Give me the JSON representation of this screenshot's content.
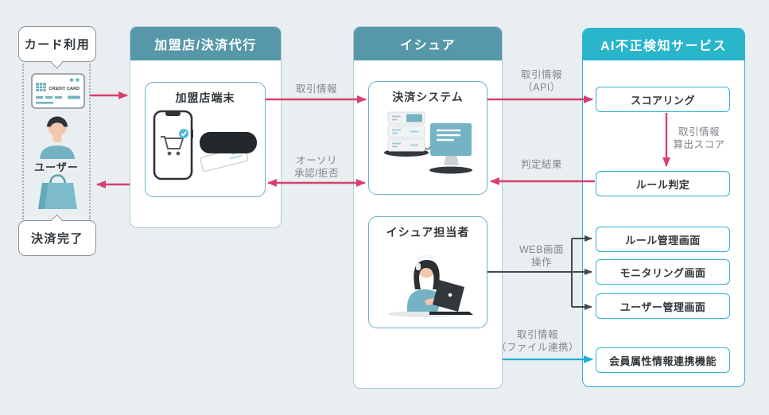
{
  "user_lane": {
    "start_label": "カード利用",
    "user_label": "ユーザー",
    "end_label": "決済完了",
    "card_brand_text": "CREDIT CARD"
  },
  "merchant_column": {
    "header": "加盟店/決済代行",
    "terminal_label": "加盟店端末"
  },
  "issuer_column": {
    "header": "イシュア",
    "payment_system_label": "決済システム",
    "operator_label": "イシュア担当者"
  },
  "ai_column": {
    "header": "AI不正検知サービス",
    "boxes": [
      "スコアリング",
      "ルール判定",
      "ルール管理画面",
      "モニタリング画面",
      "ユーザー管理画面",
      "会員属性情報連携機能"
    ]
  },
  "flow_labels": {
    "transaction_info": "取引情報",
    "authorization": [
      "オーソリ",
      "承認/拒否"
    ],
    "transaction_api": [
      "取引情報",
      "（API）"
    ],
    "judgment_result": "判定結果",
    "calculated_score": [
      "取引情報",
      "算出スコア"
    ],
    "web_operation": [
      "WEB画面",
      "操作"
    ],
    "file_link": [
      "取引情報",
      "（ファイル連携）"
    ]
  },
  "colors": {
    "background": "#E9EEF1",
    "header_teal": "#5697A9",
    "header_cyan": "#29B5CC",
    "accent_pink": "#D8406F",
    "accent_cyan": "#1FB2D1",
    "arrow_dark": "#45494C",
    "label_gray": "#82878C",
    "illustration_teal": "#74B3C3"
  }
}
